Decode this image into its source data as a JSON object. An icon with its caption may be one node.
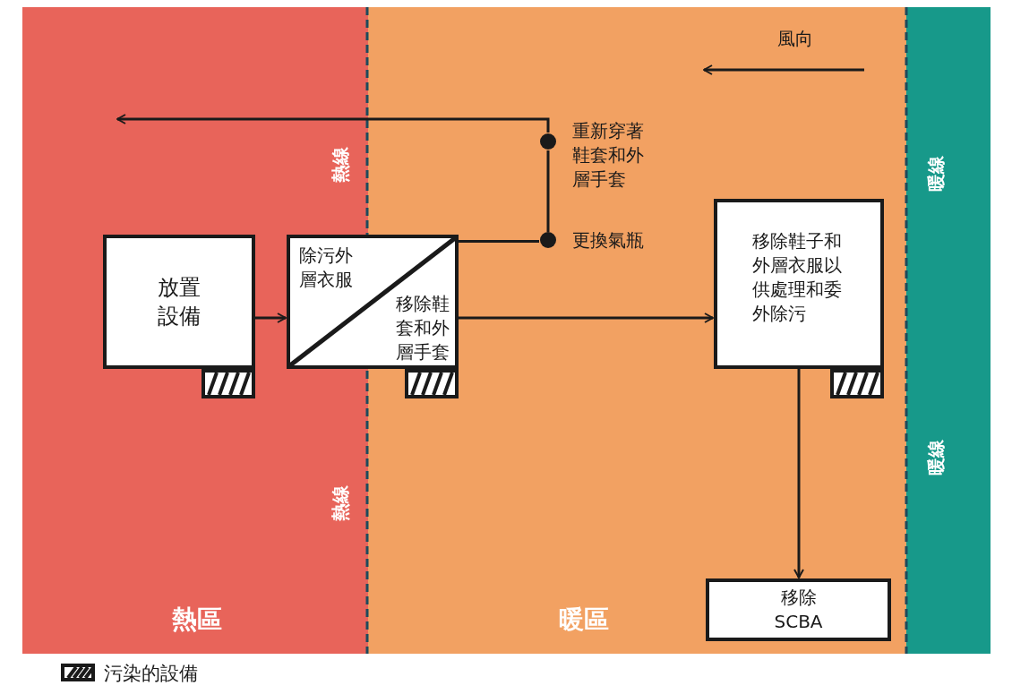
{
  "diagram": {
    "nodes": [
      {
        "text": [
          "放置設備"
        ]
      },
      {
        "text": [
          "除污外層衣服",
          "移除鞋套和外層手套"
        ]
      },
      {
        "text": [
          "移除鞋子和外層衣服以供處理和委外除污"
        ]
      },
      {
        "text": [
          "移除 SCBA"
        ]
      },
      {
        "text": [],
        "shape": "circle",
        "beside": [
          "重新穿著鞋套和外層手套"
        ]
      },
      {
        "text": [],
        "shape": "circle",
        "beside": [
          "更換氣瓶"
        ]
      }
    ],
    "edges": [
      {
        "from": 0,
        "to": 1,
        "arrow": "to"
      },
      {
        "from": 1,
        "to": 2,
        "arrow": "to"
      },
      {
        "from": 1,
        "to": 5,
        "arrow": "none"
      },
      {
        "from": 5,
        "to": 4,
        "arrow": "none"
      },
      {
        "from": 4,
        "to": null,
        "arrow": "to"
      },
      {
        "from": 2,
        "to": 3,
        "arrow": "to"
      }
    ],
    "labels": [
      "風向",
      "熱線",
      "熱線",
      "暖線",
      "暖線",
      "熱區",
      "暖區"
    ],
    "legend": [
      {
        "text": "污染的設備"
      }
    ]
  }
}
